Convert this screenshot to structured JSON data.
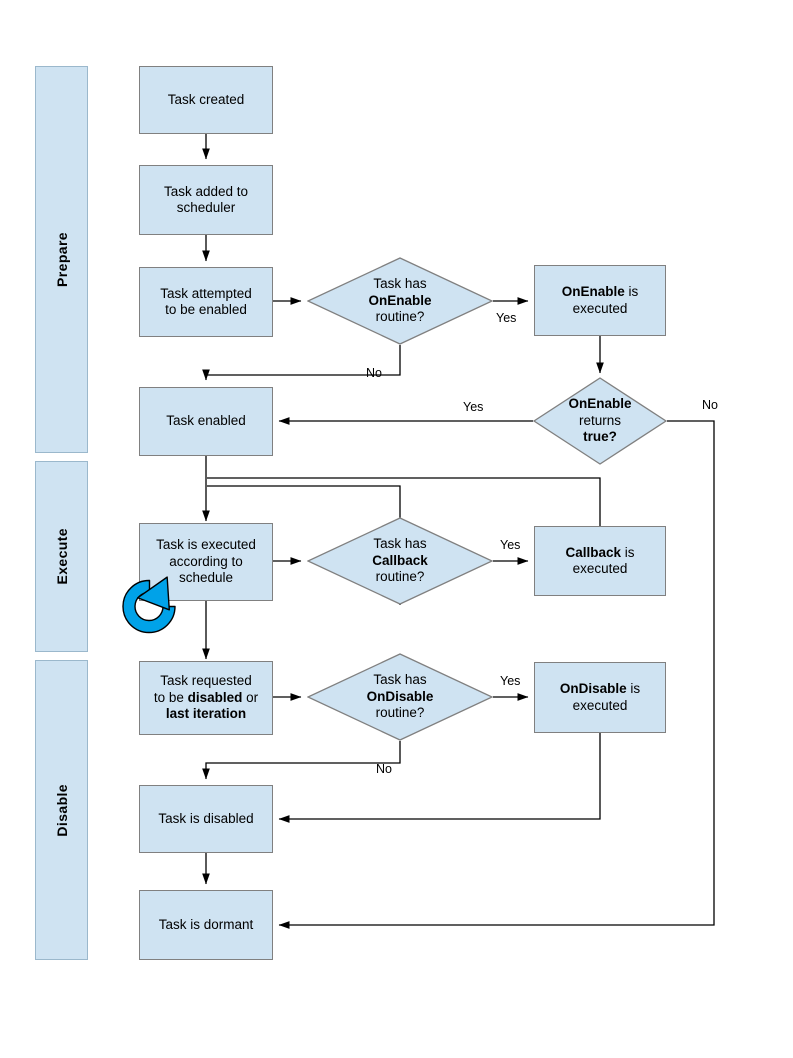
{
  "diagram": {
    "title": "Task lifecycle flowchart",
    "colors": {
      "node_fill": "#cfe3f2",
      "node_stroke": "#808080",
      "phase_fill": "#cfe3f2",
      "phase_stroke": "#9bb8cc",
      "line": "#000000",
      "loop_icon": "#00a2e8"
    }
  },
  "phases": [
    {
      "label": "Prepare"
    },
    {
      "label": "Execute"
    },
    {
      "label": "Disable"
    }
  ],
  "nodes": {
    "task_created": "Task created",
    "task_added": "Task added to\nscheduler",
    "task_attempted": "Task attempted\nto be enabled",
    "task_enabled": "Task enabled",
    "task_executed_line1": "Task is executed",
    "task_executed_line2": "according to",
    "task_executed_line3": "schedule",
    "task_requested_pre": "Task requested",
    "task_requested_mid1": "to be ",
    "task_requested_bold1": "disabled",
    "task_requested_mid2": " or",
    "task_requested_bold2": "last iteration",
    "task_disabled": "Task is disabled",
    "task_dormant": "Task is dormant",
    "onenable_exec_bold": "OnEnable",
    "onenable_exec_rest": " is",
    "onenable_exec_line2": "executed",
    "callback_exec_bold": "Callback",
    "callback_exec_rest": " is",
    "callback_exec_line2": "executed",
    "ondisable_exec_bold": "OnDisable",
    "ondisable_exec_rest": " is",
    "ondisable_exec_line2": "executed"
  },
  "decisions": {
    "has_onenable": {
      "l1": "Task has",
      "l2": "OnEnable",
      "l3": "routine?"
    },
    "onenable_returns": {
      "l1": "OnEnable",
      "l2": "returns",
      "l3": "true?"
    },
    "has_callback": {
      "l1": "Task has",
      "l2": "Callback",
      "l3": "routine?"
    },
    "has_ondisable": {
      "l1": "Task has",
      "l2": "OnDisable",
      "l3": "routine?"
    }
  },
  "edge_labels": {
    "onenable_yes": "Yes",
    "onenable_no": "No",
    "returns_yes": "Yes",
    "returns_no": "No",
    "callback_yes": "Yes",
    "ondisable_yes": "Yes",
    "ondisable_no": "No"
  },
  "icons": {
    "loop": "refresh-loop-icon"
  }
}
